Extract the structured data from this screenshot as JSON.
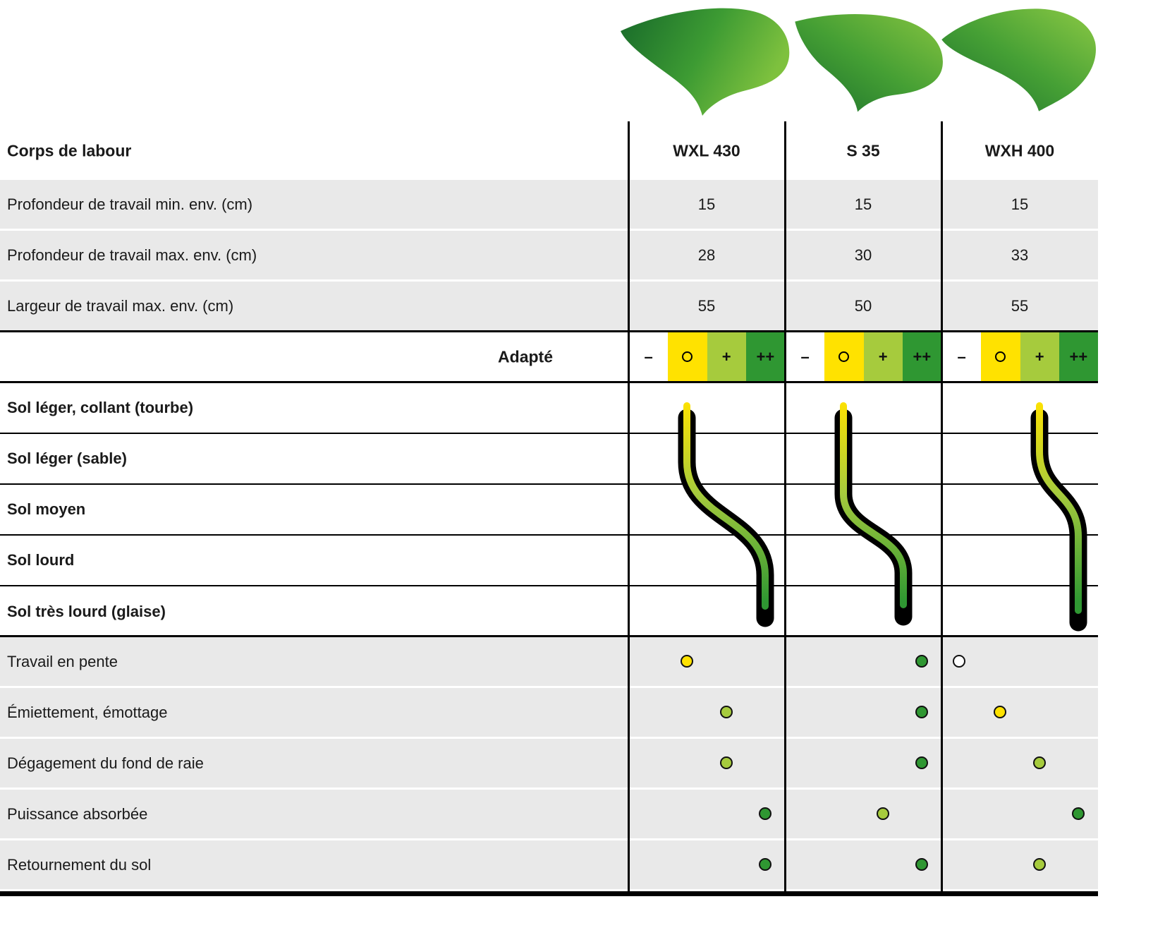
{
  "table": {
    "corner_label": "Corps de labour",
    "columns": [
      {
        "label": "WXL 430",
        "icon": "moldboard-illustration"
      },
      {
        "label": "S 35",
        "icon": "moldboard-illustration"
      },
      {
        "label": "WXH 400",
        "icon": "moldboard-illustration"
      }
    ],
    "spec_rows": [
      {
        "label": "Profondeur de travail min. env. (cm)",
        "values": [
          "15",
          "15",
          "15"
        ]
      },
      {
        "label": "Profondeur de travail max. env. (cm)",
        "values": [
          "28",
          "30",
          "33"
        ]
      },
      {
        "label": "Largeur de travail max. env. (cm)",
        "values": [
          "55",
          "50",
          "55"
        ]
      }
    ],
    "adapte": {
      "label": "Adapté",
      "legend": [
        {
          "symbol": "–",
          "color": "#ffffff"
        },
        {
          "symbol": "○",
          "color": "#ffe200"
        },
        {
          "symbol": "+",
          "color": "#a6cb3d"
        },
        {
          "symbol": "++",
          "color": "#2f9732"
        }
      ]
    },
    "soil_rows": [
      "Sol léger, collant (tourbe)",
      "Sol léger (sable)",
      "Sol moyen",
      "Sol lourd",
      "Sol très lourd (glaise)"
    ],
    "soil_suitability_bands": [
      {
        "column": "WXL 430",
        "range_start": "○",
        "range_end": "++"
      },
      {
        "column": "S 35",
        "range_start": "○",
        "range_end": "+/++"
      },
      {
        "column": "WXH 400",
        "range_start": "+",
        "range_end": "++"
      }
    ],
    "rating_rows": [
      {
        "label": "Travail en pente",
        "ratings": [
          "o",
          "++",
          "-"
        ]
      },
      {
        "label": "Émiettement, émottage",
        "ratings": [
          "+",
          "++",
          "o"
        ]
      },
      {
        "label": "Dégagement du fond de raie",
        "ratings": [
          "+",
          "++",
          "+"
        ]
      },
      {
        "label": "Puissance absorbée",
        "ratings": [
          "++",
          "+",
          "++"
        ]
      },
      {
        "label": "Retournement du sol",
        "ratings": [
          "++",
          "++",
          "+"
        ]
      }
    ]
  },
  "colors": {
    "row_gray": "#e9e9e9",
    "black": "#000000",
    "yellow": "#ffe200",
    "light_green": "#a6cb3d",
    "dark_green": "#2f9732"
  }
}
